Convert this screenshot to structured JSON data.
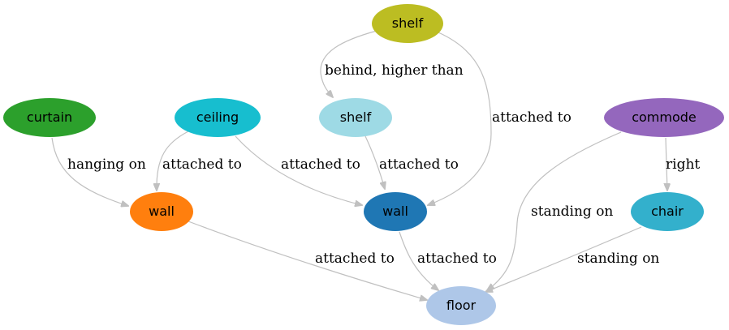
{
  "nodes": {
    "shelf_top": {
      "label": "shelf",
      "color": "#bcbd22"
    },
    "shelf_mid": {
      "label": "shelf",
      "color": "#9edae5"
    },
    "curtain": {
      "label": "curtain",
      "color": "#2ca02c"
    },
    "ceiling": {
      "label": "ceiling",
      "color": "#17becf"
    },
    "commode": {
      "label": "commode",
      "color": "#9467bd"
    },
    "wall_orange": {
      "label": "wall",
      "color": "#ff7f0e"
    },
    "wall_blue": {
      "label": "wall",
      "color": "#1f77b4"
    },
    "chair": {
      "label": "chair",
      "color": "#33b0cc"
    },
    "floor": {
      "label": "floor",
      "color": "#aec7e8"
    }
  },
  "edges": {
    "shelf_top_to_shelf_mid": "behind, higher than",
    "shelf_top_to_wall_blue": "attached to",
    "curtain_to_wall_orange": "hanging on",
    "ceiling_to_wall_orange": "attached to",
    "ceiling_to_wall_blue": "attached to",
    "shelf_mid_to_wall_blue": "attached to",
    "commode_to_floor": "standing on",
    "commode_to_chair": "right",
    "wall_orange_to_floor": "attached to",
    "wall_blue_to_floor": "attached to",
    "chair_to_floor": "standing on"
  }
}
